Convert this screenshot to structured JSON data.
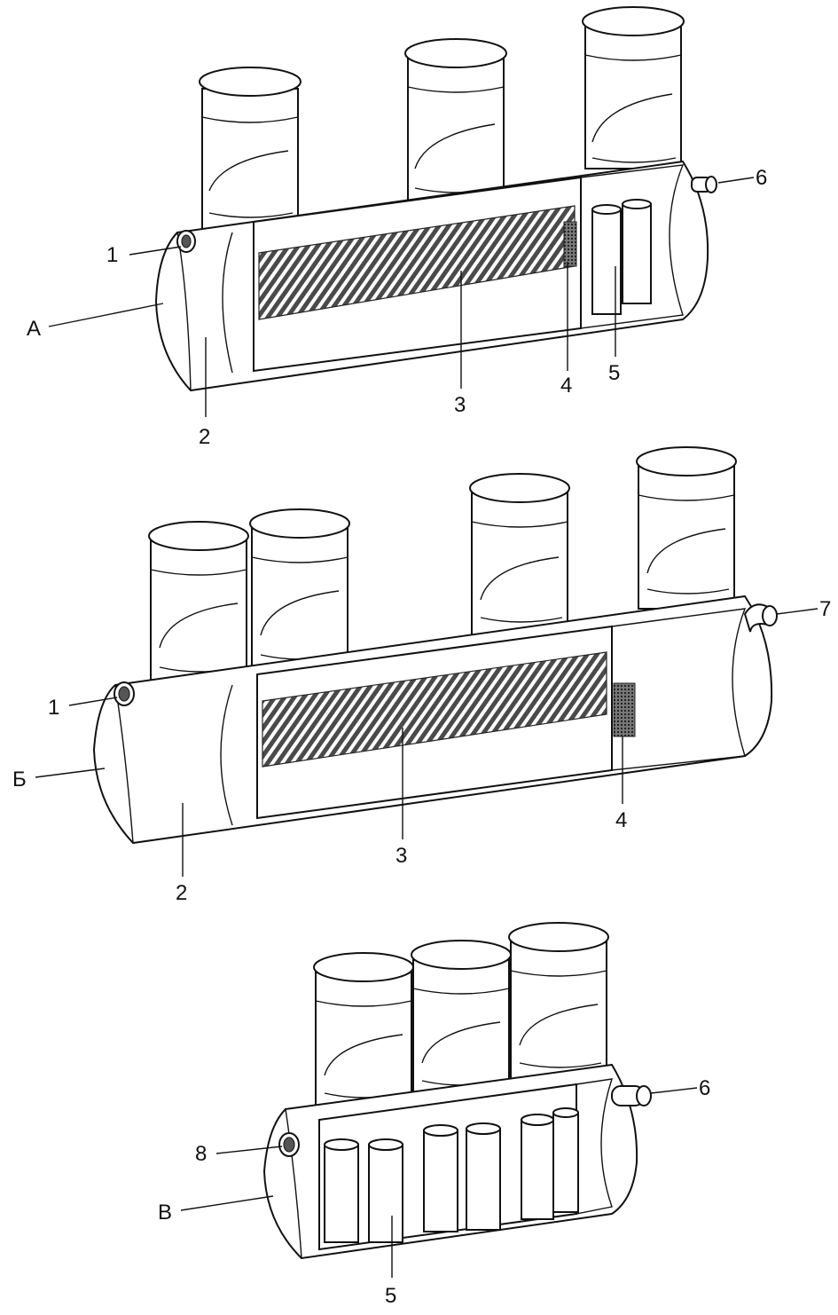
{
  "figure": {
    "labels": {
      "tank_a": "А",
      "tank_b": "Б",
      "tank_c": "В",
      "n1": "1",
      "n2": "2",
      "n3": "3",
      "n4": "4",
      "n5": "5",
      "n6": "6",
      "n7": "7",
      "n8": "8"
    },
    "colors": {
      "line": "#111111",
      "fill": "#ffffff",
      "media": "#555555"
    }
  }
}
